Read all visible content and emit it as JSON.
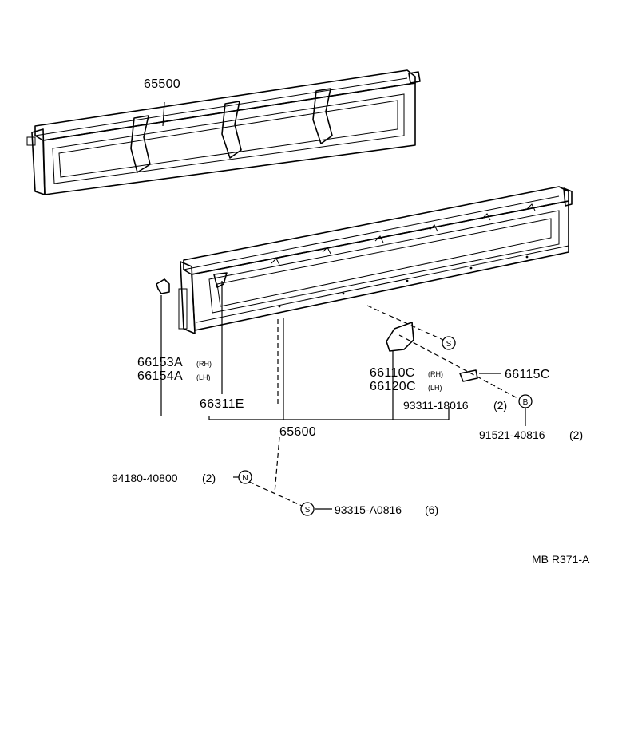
{
  "parts": {
    "upper_panel": "65500",
    "lower_panel": "65600",
    "hinge_rh": "66153A",
    "hinge_rh_side": "(RH)",
    "hinge_lh": "66154A",
    "hinge_lh_side": "(LH)",
    "hook": "66311E",
    "bracket_rh": "66110C",
    "bracket_rh_side": "(RH)",
    "bracket_lh": "66120C",
    "bracket_lh_side": "(LH)",
    "latch": "66115C",
    "screw_1": "93311-18016",
    "screw_1_qty": "(2)",
    "bolt_1": "91521-40816",
    "bolt_1_qty": "(2)",
    "nut_1": "94180-40800",
    "nut_1_qty": "(2)",
    "screw_2": "93315-A0816",
    "screw_2_qty": "(6)"
  },
  "symbols": {
    "screw": "S",
    "bolt": "B",
    "nut": "N"
  },
  "figure_code": "MB R371-A"
}
